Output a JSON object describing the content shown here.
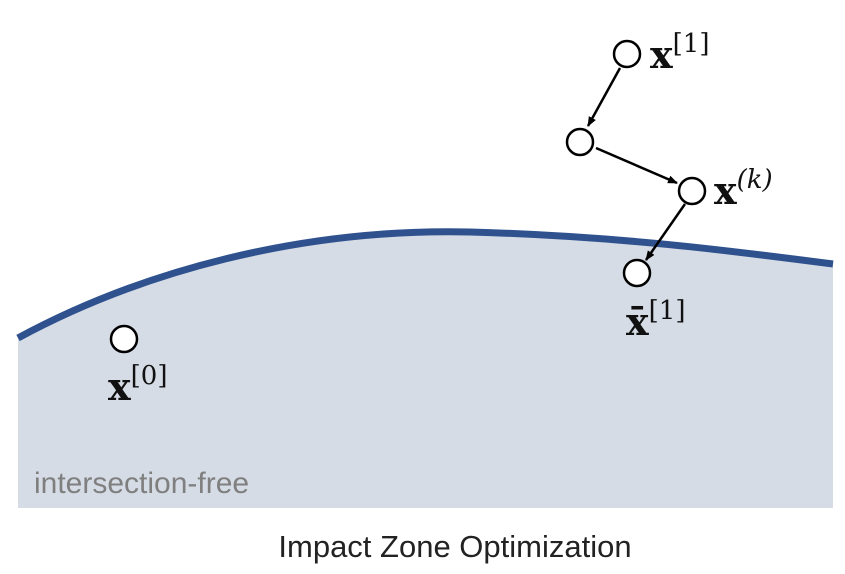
{
  "region": {
    "label": "intersection-free",
    "fill_color": "#d6dce5",
    "boundary_color": "#2f528f"
  },
  "caption": "Impact Zone Optimization",
  "points": {
    "x0": {
      "base": "x",
      "sup": "[0]"
    },
    "x1": {
      "base": "x",
      "sup": "[1]"
    },
    "xk": {
      "base": "x",
      "sup": "(k)"
    },
    "xbar1": {
      "base": "x̄",
      "sup": "[1]"
    }
  },
  "colors": {
    "node_stroke": "#000000",
    "arrow": "#000000",
    "text": "#111111"
  }
}
